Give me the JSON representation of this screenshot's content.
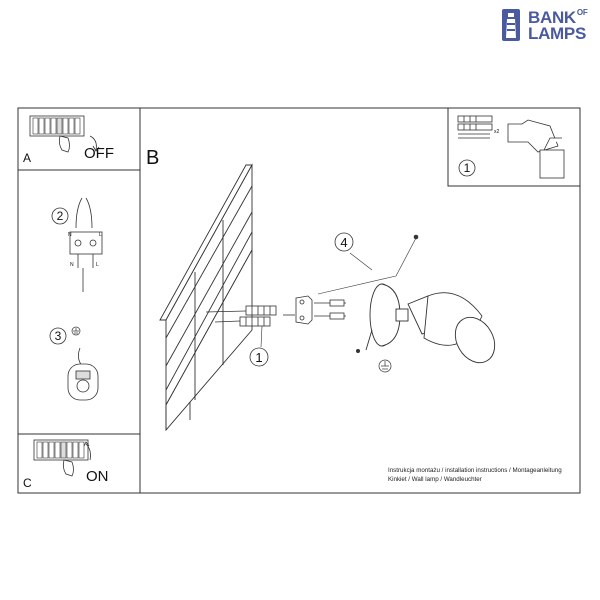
{
  "logo": {
    "line1": "BANK",
    "line1_small": "OF",
    "line2": "LAMPS",
    "color": "#4a5aa0",
    "icon": "lighthouse-icon"
  },
  "panels": {
    "a": {
      "letter": "A",
      "state": "OFF"
    },
    "b": {
      "letter": "B"
    },
    "c": {
      "letter": "C",
      "state": "ON"
    }
  },
  "steps": {
    "step1_tools": "1",
    "step2_wiring": "2",
    "step3_ground": "3",
    "step4_mount": "4",
    "step1_wall": "1"
  },
  "wire_labels": {
    "n_left": "N",
    "l_right": "L",
    "n_bottom": "N",
    "l_bottom": "L"
  },
  "tools_note": "x2",
  "caption": {
    "line1": "Instrukcja montażu / installation instructions / Montageanleitung",
    "line2": "Kinkiet / Wall lamp / Wandleuchter"
  },
  "colors": {
    "line": "#333333",
    "accent": "#4a5aa0"
  }
}
